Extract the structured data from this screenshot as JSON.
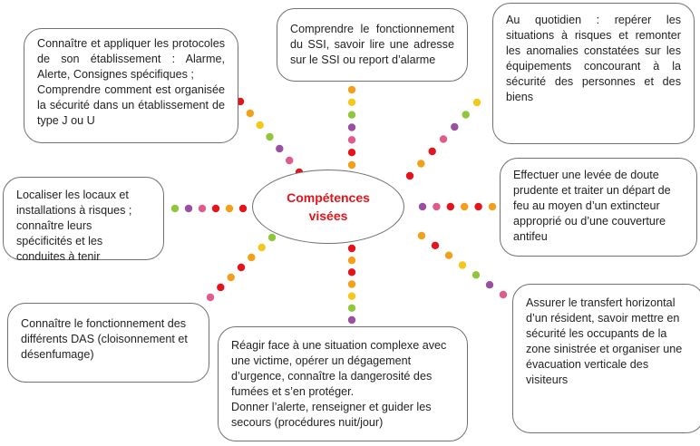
{
  "center": {
    "label": "Compétences\nvisées"
  },
  "colors": {
    "accent_text": "#e3141b",
    "border": "#707070"
  },
  "dot_palette": [
    "#e3141b",
    "#f29f1a",
    "#f3c81a",
    "#8fc63b",
    "#9a4fa0",
    "#e05a8c",
    "#e3141b",
    "#f29f1a"
  ],
  "boxes": [
    {
      "id": "protocoles",
      "text": "Connaître et appliquer les protocoles de son établissement : Alarme, Alerte, Consignes spécifiques ;\nComprendre comment est organisée la sécurité dans un établissement de type J ou U"
    },
    {
      "id": "ssi",
      "text": "Comprendre le fonctionnement du SSI, savoir lire une adresse sur le SSI ou report d’alarme"
    },
    {
      "id": "quotidien",
      "text": "Au quotidien : repérer les situations à risques et remonter les anomalies constatées sur les équipements concourant à la sécurité des personnes et des biens"
    },
    {
      "id": "locaux",
      "text": "Localiser les locaux et installations à risques ;\nconnaître leurs spécificités et les conduites à tenir"
    },
    {
      "id": "levee",
      "text": "Effectuer une levée de doute prudente et traiter un départ de feu au moyen d’un extincteur approprié ou d’une couverture antifeu"
    },
    {
      "id": "das",
      "text": "Connaître le fonctionnement des différents DAS (cloisonnement et désenfumage)"
    },
    {
      "id": "situation",
      "text": "Réagir face à une situation complexe avec une victime, opérer un dégagement d’urgence, connaître la dangerosité des fumées et s’en protéger.\nDonner l’alerte, renseigner et guider les secours (procédures nuit/jour)"
    },
    {
      "id": "transfert",
      "text": "Assurer le transfert horizontal d’un résident, savoir mettre en sécurité les occupants de la zone sinistrée et organiser une évacuation verticale des visiteurs"
    }
  ]
}
